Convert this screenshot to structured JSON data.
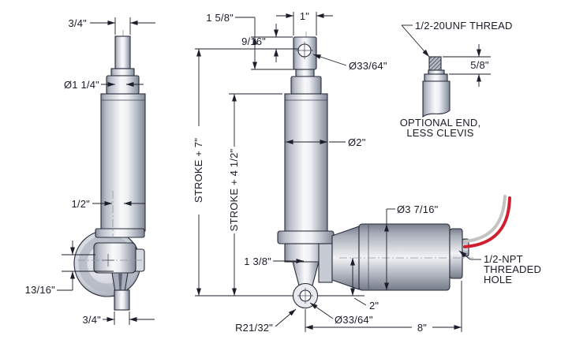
{
  "drawing": {
    "title": "linear-actuator dimensional drawing",
    "colors": {
      "outline": "#272c3a",
      "dimension": "#1c1f2b",
      "text": "#1a1c26",
      "metal_light": "#f8f9fb",
      "metal_dark": "#81879a",
      "wire_red": "#cf2030",
      "wire_gray": "#c3c3c0",
      "background": "#ffffff"
    },
    "side_view": {
      "rod_width": "3/4\"",
      "collar_dia": "Ø1 1/4\"",
      "axis_offset": "1/2\"",
      "pivot_drop": "13/16\"",
      "tang_width": "3/4\""
    },
    "front_view": {
      "clevis_block_width": "1\"",
      "clevis_block_height": "1 5/8\"",
      "hole_offset": "9/16\"",
      "rod_hole_dia": "Ø33/64\"",
      "retracted_length": "STROKE + 7\"",
      "tube_length": "STROKE + 4 1/2\"",
      "tube_dia": "Ø2\"",
      "base_offset": "1 3/8\"",
      "clevis_radius": "R21/32\"",
      "clevis_hole_dia": "Ø33/64\"",
      "motor_axis_offset": "2\"",
      "overall_length": "8\"",
      "motor_dia": "Ø3 7/16\"",
      "npt_line1": "1/2-NPT",
      "npt_line2": "THREADED",
      "npt_line3": "HOLE"
    },
    "optional_end": {
      "thread_note": "1/2-20UNF THREAD",
      "thread_length": "5/8\"",
      "caption_line1": "OPTIONAL END,",
      "caption_line2": "LESS CLEVIS"
    }
  }
}
